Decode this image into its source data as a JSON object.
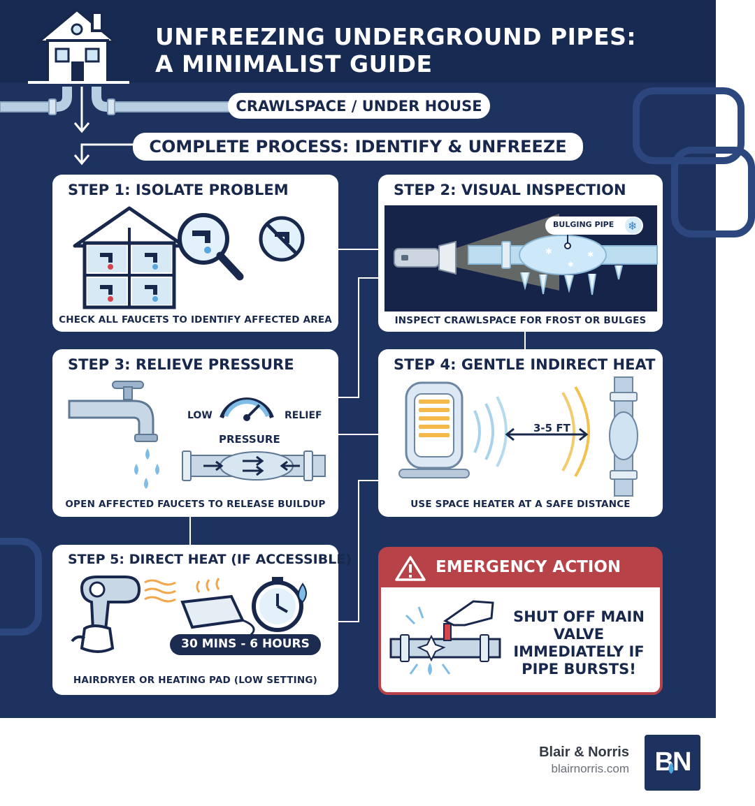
{
  "title": {
    "line1": "UNFREEZING UNDERGROUND PIPES:",
    "line2": "A MINIMALIST GUIDE"
  },
  "labels": {
    "crawlspace": "CRAWLSPACE / UNDER HOUSE",
    "process": "COMPLETE PROCESS: IDENTIFY & UNFREEZE"
  },
  "steps": [
    {
      "title": "STEP 1: ISOLATE PROBLEM",
      "caption": "CHECK ALL FAUCETS TO IDENTIFY AFFECTED AREA"
    },
    {
      "title": "STEP 2: VISUAL INSPECTION",
      "caption": "INSPECT CRAWLSPACE FOR FROST OR BULGES",
      "callout": "BULGING PIPE"
    },
    {
      "title": "STEP 3: RELIEVE PRESSURE",
      "caption": "OPEN AFFECTED FAUCETS TO RELEASE BUILDUP",
      "gauge_low": "LOW",
      "gauge_relief": "RELIEF",
      "gauge_label": "PRESSURE"
    },
    {
      "title": "STEP 4: GENTLE INDIRECT HEAT",
      "caption": "USE SPACE HEATER AT A SAFE DISTANCE",
      "distance": "3-5 FT"
    },
    {
      "title": "STEP 5: DIRECT HEAT (IF ACCESSIBLE)",
      "caption": "HAIRDRYER OR HEATING PAD (LOW SETTING)",
      "time_badge": "30 MINS - 6 HOURS"
    }
  ],
  "emergency": {
    "title": "EMERGENCY ACTION",
    "message": "SHUT OFF MAIN VALVE IMMEDIATELY IF PIPE BURSTS!"
  },
  "brand": {
    "name": "Blair & Norris",
    "url": "blairnorris.com",
    "logo_text": "BN"
  },
  "colors": {
    "background": "#1e3260",
    "header_band": "#172a52",
    "navy_text": "#18284c",
    "emergency_red": "#b74248",
    "ice_blue": "#a9d3ec",
    "warm_yellow": "#f2c24f"
  },
  "icons": [
    "house-icon",
    "faucet-icon",
    "magnifier-icon",
    "no-water-icon",
    "flashlight-icon",
    "snowflake-icon",
    "pressure-gauge-icon",
    "space-heater-icon",
    "hairdryer-icon",
    "heating-pad-icon",
    "stopwatch-icon",
    "warning-icon",
    "valve-hand-icon"
  ]
}
